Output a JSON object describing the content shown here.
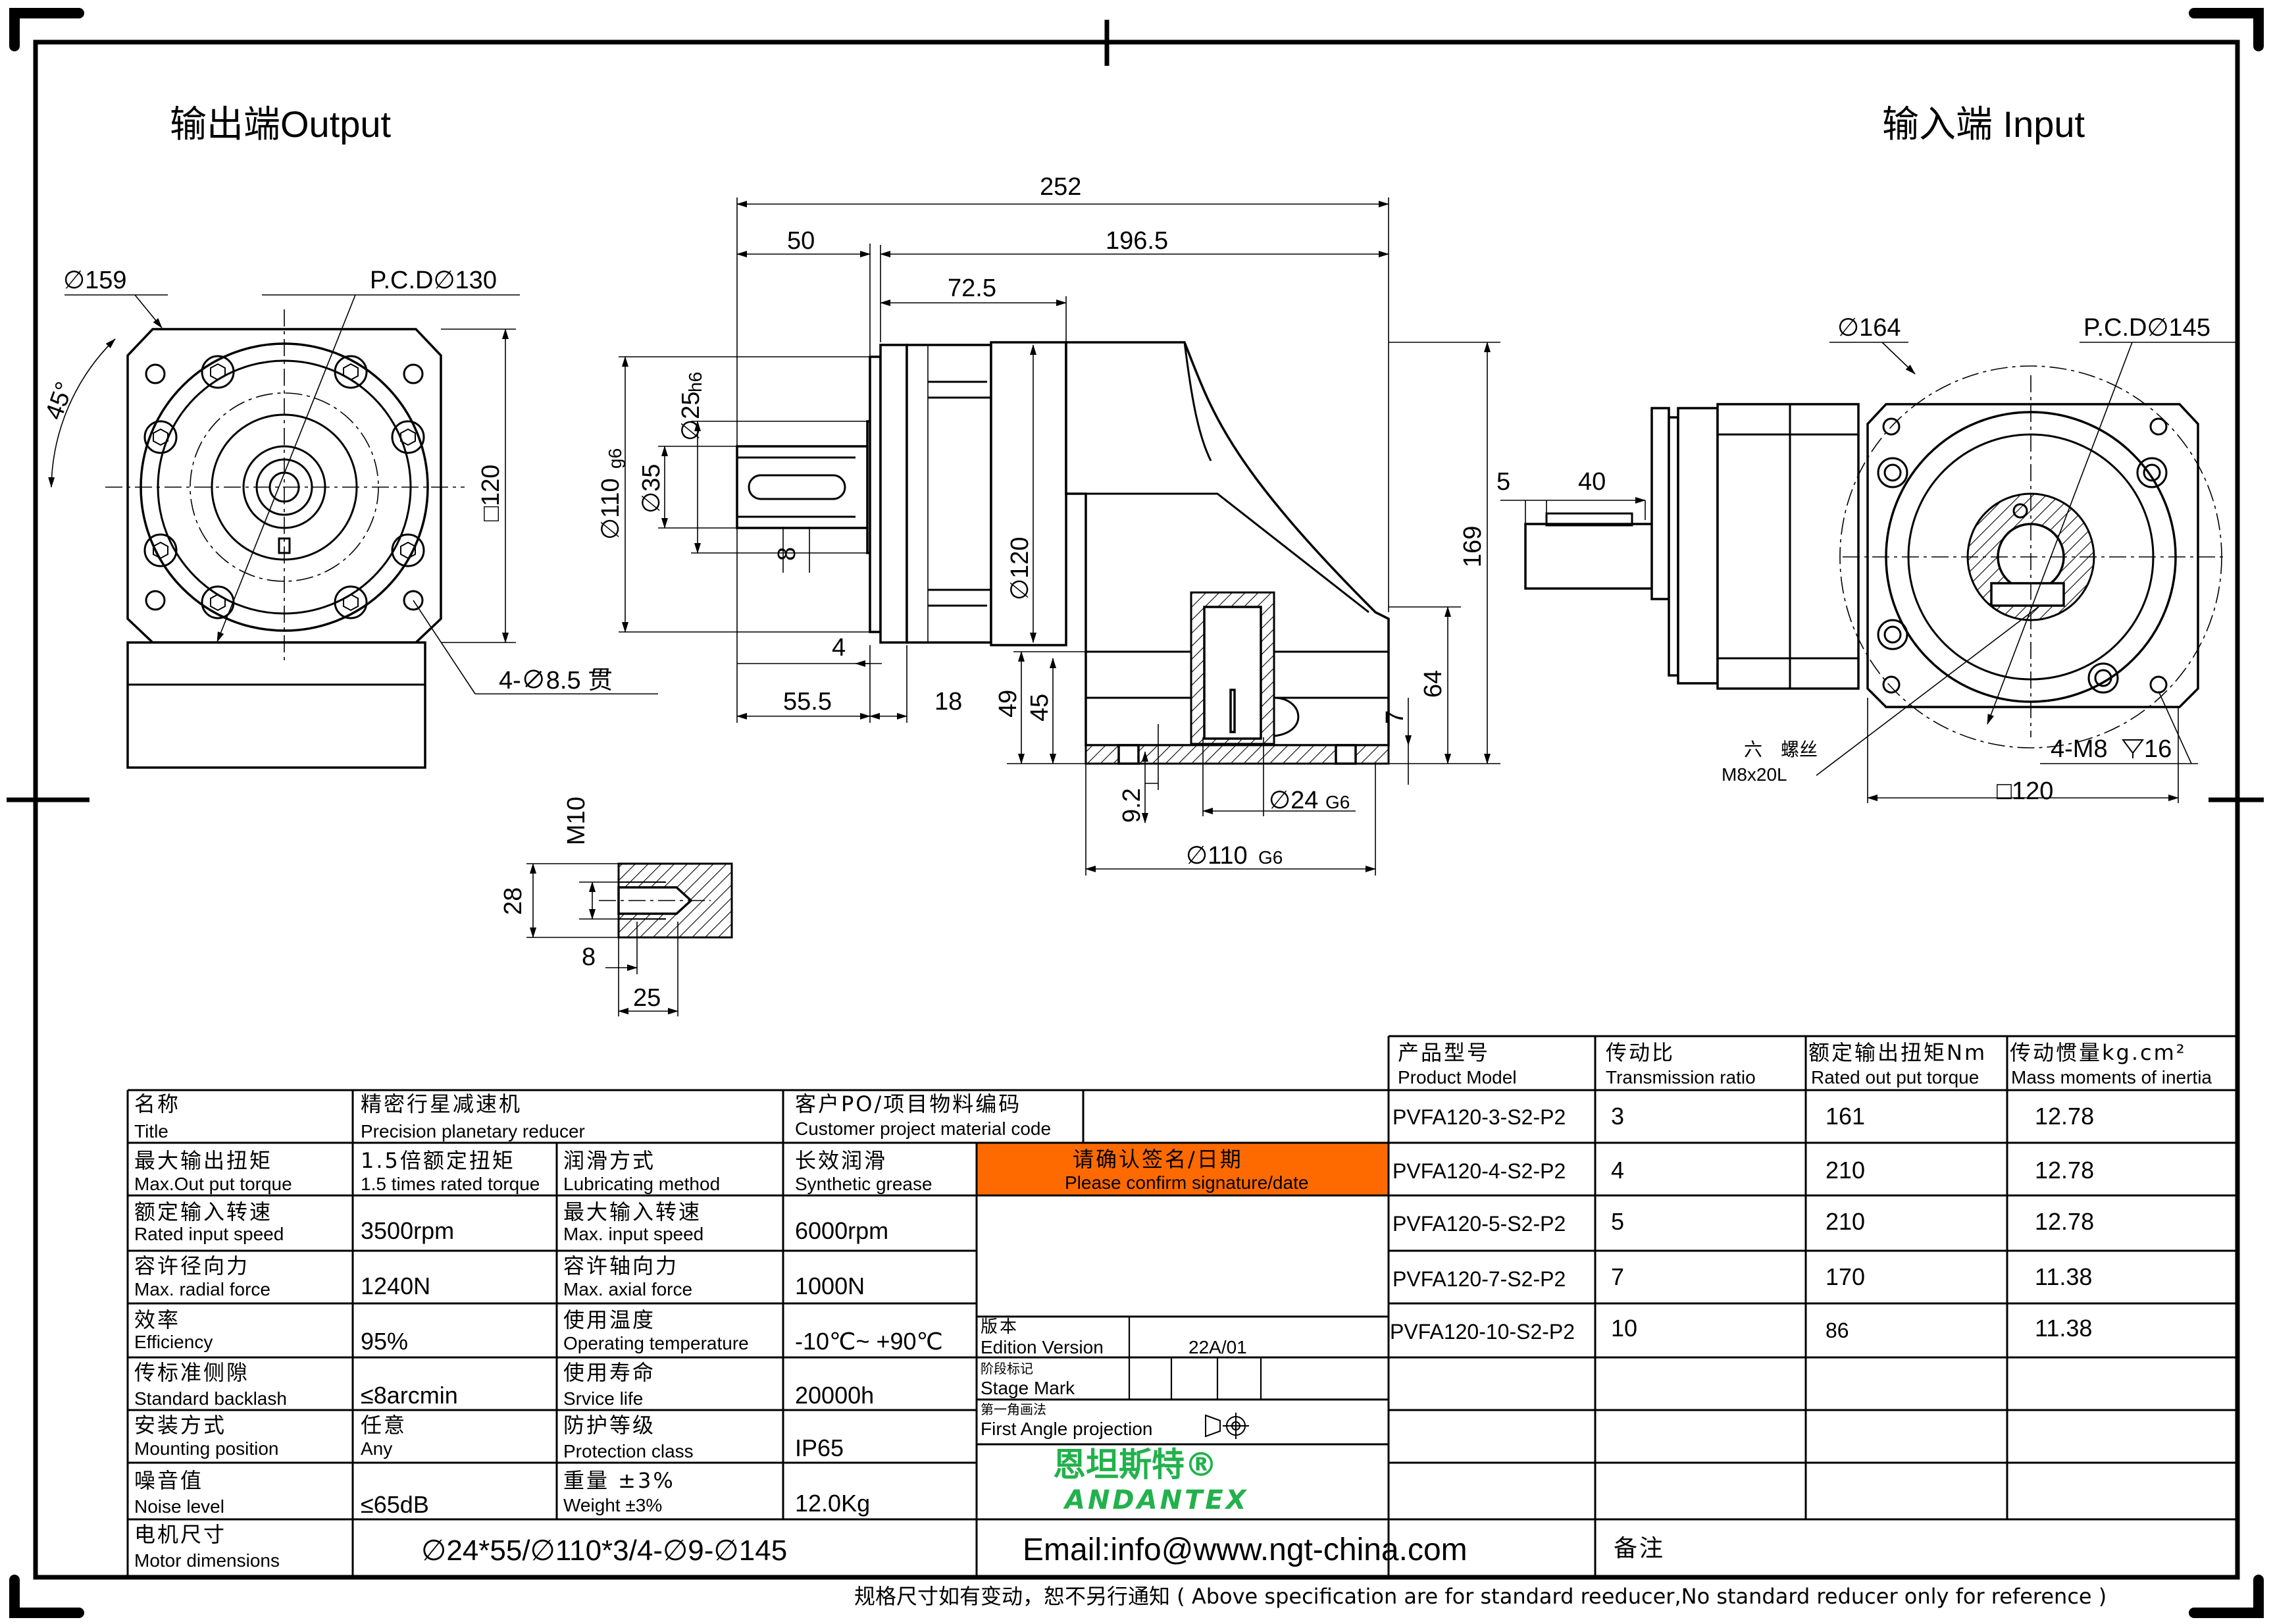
{
  "headings": {
    "output": "输出端Output",
    "input": "输入端 Input"
  },
  "dimensions": {
    "overall_length": "252",
    "output_length": "50",
    "body_length": "196.5",
    "flange_length": "72.5",
    "output_diameter": "∅159",
    "pcd_output": "P.C.D∅130",
    "angle": "45°",
    "square_output": "□120",
    "output_holes": "4-∅8.5 贯",
    "shaft_dia": "∅25",
    "shaft_tol": "h6",
    "spigot_dia": "∅110",
    "spigot_tol": "g6",
    "boss_dia": "∅35",
    "key_width": "8",
    "shaft_off": "4",
    "len_55_5": "55.5",
    "len_18": "18",
    "body_dia": "∅120",
    "height_169": "169",
    "height_64": "64",
    "height_7": "7",
    "height_49": "49",
    "height_45": "45",
    "height_9_2": "9.2",
    "motor_shaft": "∅24",
    "motor_shaft_tol": "G6",
    "motor_spigot": "∅110",
    "motor_spigot_tol": "G6",
    "input_5": "5",
    "input_40": "40",
    "input_dia": "∅164",
    "pcd_input": "P.C.D∅145",
    "input_holes": "4-M8",
    "input_depth": "16",
    "square_input": "□120",
    "screw_label": "六　螺丝",
    "screw_size": "M8x20L",
    "thread": "M10",
    "thread_28": "28",
    "thread_8": "8",
    "thread_25": "25"
  },
  "title_block": {
    "name_cn": "名称",
    "name_en": "Title",
    "name_val_cn": "精密行星减速机",
    "name_val_en": "Precision planetary reducer",
    "cust_cn": "客户PO/项目物料编码",
    "cust_en": "Customer project material code",
    "rows": [
      {
        "l_cn": "最大输出扭矩",
        "l_en": "Max.Out put torque",
        "v1_cn": "1.5倍额定扭矩",
        "v1_en": "1.5 times rated torque",
        "r_cn": "润滑方式",
        "r_en": "Lubricating method",
        "v2_cn": "长效润滑",
        "v2_en": "Synthetic grease",
        "v1": "",
        "v2": ""
      },
      {
        "l_cn": "额定输入转速",
        "l_en": "Rated input speed",
        "v1_cn": "",
        "v1_en": "",
        "r_cn": "最大输入转速",
        "r_en": "Max. input speed",
        "v2_cn": "",
        "v2_en": "",
        "v1": "3500rpm",
        "v2": "6000rpm"
      },
      {
        "l_cn": "容许径向力",
        "l_en": "Max. radial force",
        "v1_cn": "",
        "v1_en": "",
        "r_cn": "容许轴向力",
        "r_en": "Max. axial force",
        "v2_cn": "",
        "v2_en": "",
        "v1": "1240N",
        "v2": "1000N"
      },
      {
        "l_cn": "效率",
        "l_en": "Efficiency",
        "v1_cn": "",
        "v1_en": "",
        "r_cn": "使用温度",
        "r_en": "Operating temperature",
        "v2_cn": "",
        "v2_en": "",
        "v1": "95%",
        "v2": "-10℃~ +90℃"
      },
      {
        "l_cn": "传标准侧隙",
        "l_en": "Standard backlash",
        "v1_cn": "",
        "v1_en": "",
        "r_cn": "使用寿命",
        "r_en": "Srvice life",
        "v2_cn": "",
        "v2_en": "",
        "v1": "≤8arcmin",
        "v2": "20000h"
      },
      {
        "l_cn": "安装方式",
        "l_en": "Mounting position",
        "v1_cn": "任意",
        "v1_en": "Any",
        "r_cn": "防护等级",
        "r_en": "Protection class",
        "v2_cn": "",
        "v2_en": "",
        "v1": "",
        "v2": "IP65"
      },
      {
        "l_cn": "噪音值",
        "l_en": "Noise level",
        "v1_cn": "",
        "v1_en": "",
        "r_cn": "重量 ±3%",
        "r_en": "Weight ±3%",
        "v2_cn": "",
        "v2_en": "",
        "v1": "≤65dB",
        "v2": "12.0Kg"
      }
    ],
    "motor_cn": "电机尺寸",
    "motor_en": "Motor dimensions",
    "motor_val": "∅24*55/∅110*3/4-∅9-∅145",
    "confirm_cn": "请确认签名/日期",
    "confirm_en": "Please confirm signature/date",
    "edition_cn": "版本",
    "edition_en": "Edition Version",
    "edition_val": "22A/01",
    "stage_cn": "阶段标记",
    "stage_en": "Stage Mark",
    "proj_cn": "第一角画法",
    "proj_en": "First Angle projection",
    "brand_cn": "恩坦斯特®",
    "brand_en": "ANDANTEX",
    "email": "Email:info@www.ngt-china.com",
    "remark": "备注"
  },
  "model_table": {
    "headers": [
      {
        "cn": "产品型号",
        "en": "Product Model"
      },
      {
        "cn": "传动比",
        "en": "Transmission ratio"
      },
      {
        "cn": "额定输出扭矩Nm",
        "en": "Rated out put torque"
      },
      {
        "cn": "传动惯量kg.cm²",
        "en": "Mass moments of inertia"
      }
    ],
    "rows": [
      [
        "PVFA120-3-S2-P2",
        "3",
        "161",
        "12.78"
      ],
      [
        "PVFA120-4-S2-P2",
        "4",
        "210",
        "12.78"
      ],
      [
        "PVFA120-5-S2-P2",
        "5",
        "210",
        "12.78"
      ],
      [
        "PVFA120-7-S2-P2",
        "7",
        "170",
        "11.38"
      ],
      [
        "PVFA120-10-S2-P2",
        "10",
        "86",
        "11.38"
      ]
    ]
  },
  "footer": "规格尺寸如有变动，恕不另行通知 ( Above specification are for standard reeducer,No standard reducer only for reference )",
  "colors": {
    "confirm_bg": "#ff6a00",
    "brand_green": "#22b14c"
  }
}
